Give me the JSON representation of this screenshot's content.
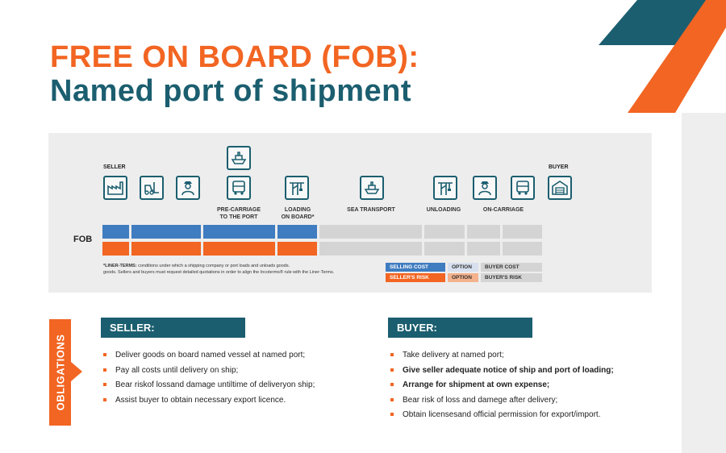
{
  "title": {
    "line1": "FREE ON BOARD (FOB):",
    "line2": "Named port of shipment"
  },
  "colors": {
    "orange": "#f26522",
    "teal": "#1b5e6f",
    "selling_blue": "#3f7cc0",
    "seller_risk": "#f26522",
    "option": "#d6e0ee",
    "option_risk": "#f4b28d",
    "buyer": "#d4d4d4"
  },
  "diagram": {
    "seller_label": "SELLER",
    "buyer_label": "BUYER",
    "icons": [
      "factory-icon",
      "forklift-icon",
      "customs-officer-icon",
      "ship-icon",
      "truck-icon",
      "crane-icon",
      "ship-icon",
      "crane-icon",
      "customs-officer-icon",
      "truck-icon",
      "warehouse-icon"
    ],
    "stages": {
      "pre_carriage": [
        "PRE-CARRIAGE",
        "TO THE PORT"
      ],
      "loading": [
        "LOADING",
        "ON BOARD*"
      ],
      "sea": "SEA TRANSPORT",
      "unloading": "UNLOADING",
      "on_carriage": "ON-CARRIAGE"
    },
    "row_label": "FOB",
    "cost_row": [
      "seller",
      "seller",
      "seller",
      "seller",
      "buyer",
      "buyer",
      "buyer",
      "buyer"
    ],
    "risk_row": [
      "seller",
      "seller",
      "seller",
      "seller",
      "buyer",
      "buyer",
      "buyer",
      "buyer"
    ],
    "note": {
      "term": "*LINER-TERMS:",
      "line1": "conditions under which a shipping company or port loads and unloads goods.",
      "line2": "goods. Sellers and buyers must request detailed quotations in order to align the Incoterms® rule with the Liner-Terms."
    },
    "legend": {
      "selling_cost": "SELLING COST",
      "option": "OPTION",
      "buyer_cost": "BUYER COST",
      "sellers_risk": "SELLER'S RISK",
      "option2": "OPTION",
      "buyers_risk": "BUYER'S RISK"
    }
  },
  "obligations": {
    "label": "OBLIGATIONS",
    "seller": {
      "heading": "SELLER:",
      "items": [
        {
          "text": "Deliver goods on board named vessel at named port;",
          "bold": false
        },
        {
          "text": "Pay all costs until delivery on ship;",
          "bold": false
        },
        {
          "text": "Bear riskof lossand damage untiltime of deliveryon ship;",
          "bold": false
        },
        {
          "text": "Assist buyer to obtain necessary export licence.",
          "bold": false
        }
      ]
    },
    "buyer": {
      "heading": "BUYER:",
      "items": [
        {
          "text": "Take delivery at named port;",
          "bold": false
        },
        {
          "text": "Give seller adequate notice of ship and port of loading;",
          "bold": true
        },
        {
          "text": "Arrange for shipment at own expense;",
          "bold": true
        },
        {
          "text": "Bear risk of loss and damege after delivery;",
          "bold": false
        },
        {
          "text": "Obtain licensesand official permission for export/import.",
          "bold": false
        }
      ]
    }
  }
}
